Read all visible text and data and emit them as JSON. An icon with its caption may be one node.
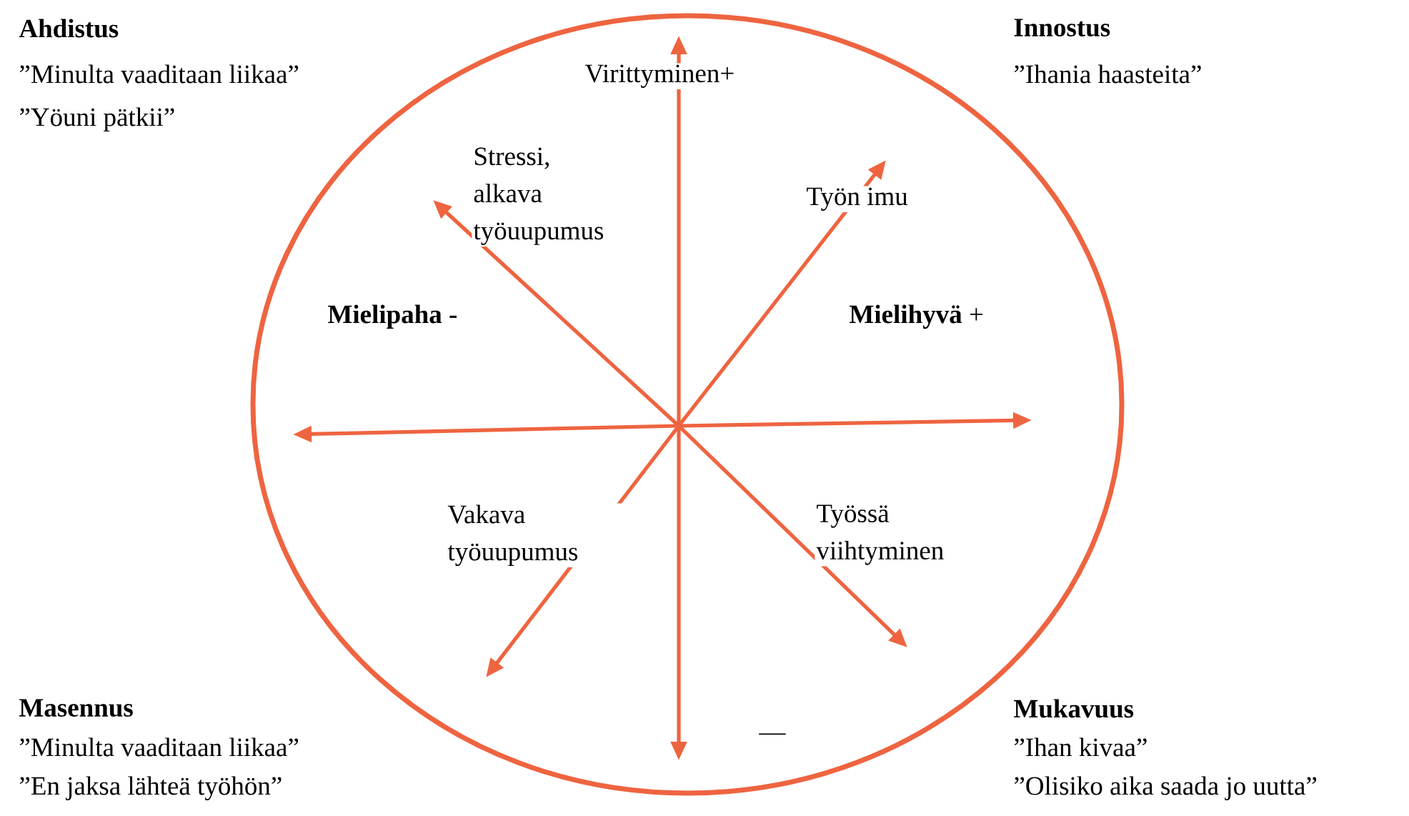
{
  "diagram": {
    "labels": [
      "Ahdistus",
      "”Minulta vaaditaan liikaa”",
      "”Yöuni pätkii”",
      "Virittyminen+",
      "Innostus",
      "”Ihania haasteita”",
      "Stressi, alkava työuupumus",
      "Työn imu",
      "Mielipaha -",
      "**Mielihyvä** +",
      "Vakava työuupumus",
      "Työssä viihtyminen",
      "Masennus",
      "”Minulta vaaditaan liikaa”",
      "”En jaksa lähteä työhön”",
      "—",
      "Mukavuus",
      "”Ihan kivaa”",
      "”Olisiko aika saada jo uutta”"
    ]
  }
}
